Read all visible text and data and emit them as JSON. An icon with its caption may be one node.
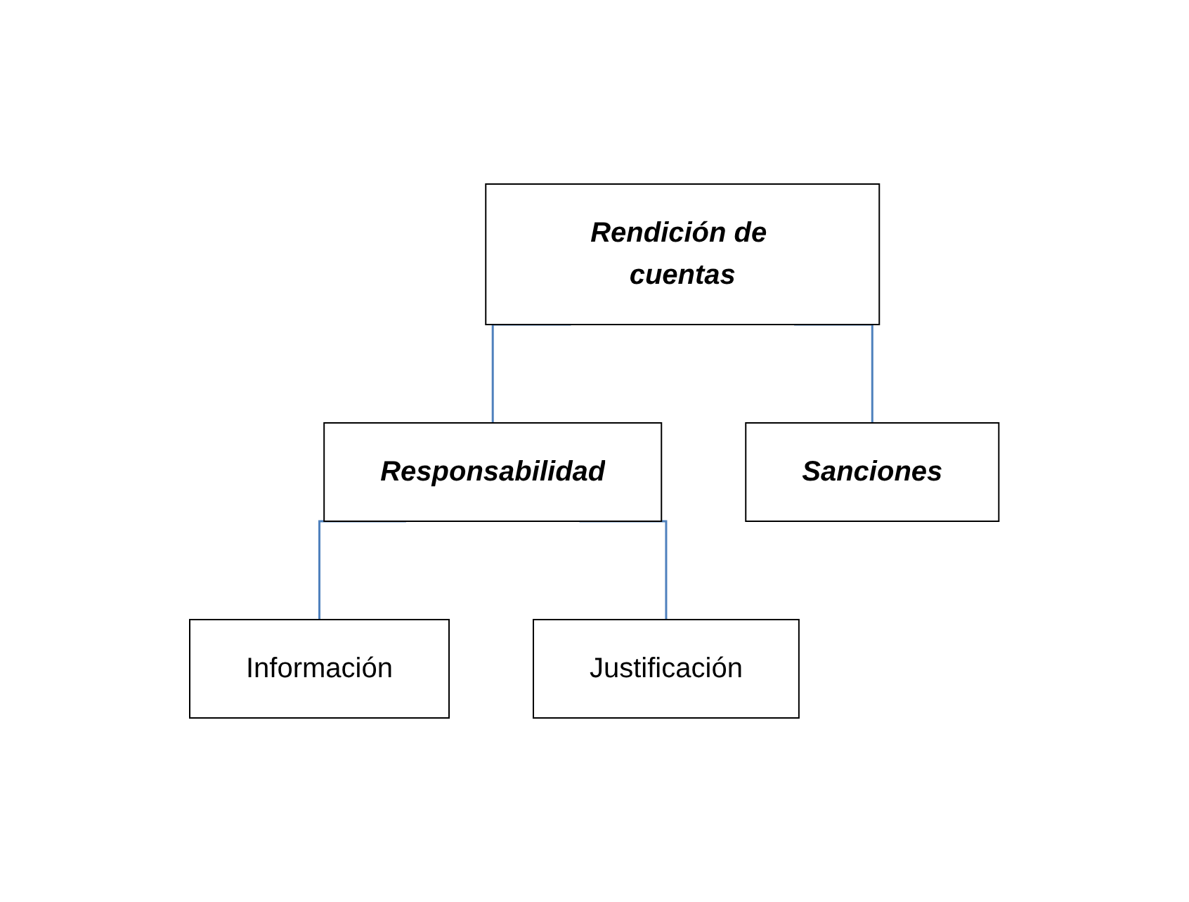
{
  "diagram": {
    "nodes": [
      {
        "text": [
          "Rendición de cuentas"
        ]
      },
      {
        "text": [
          "Responsabilidad"
        ]
      },
      {
        "text": [
          "Sanciones"
        ]
      },
      {
        "text": [
          "Información"
        ]
      },
      {
        "text": [
          "Justificación"
        ]
      }
    ],
    "edges": [
      {
        "from": 0,
        "to": 1,
        "arrow": "none"
      },
      {
        "from": 0,
        "to": 2,
        "arrow": "none"
      },
      {
        "from": 1,
        "to": 3,
        "arrow": "none"
      },
      {
        "from": 1,
        "to": 4,
        "arrow": "none"
      }
    ]
  }
}
